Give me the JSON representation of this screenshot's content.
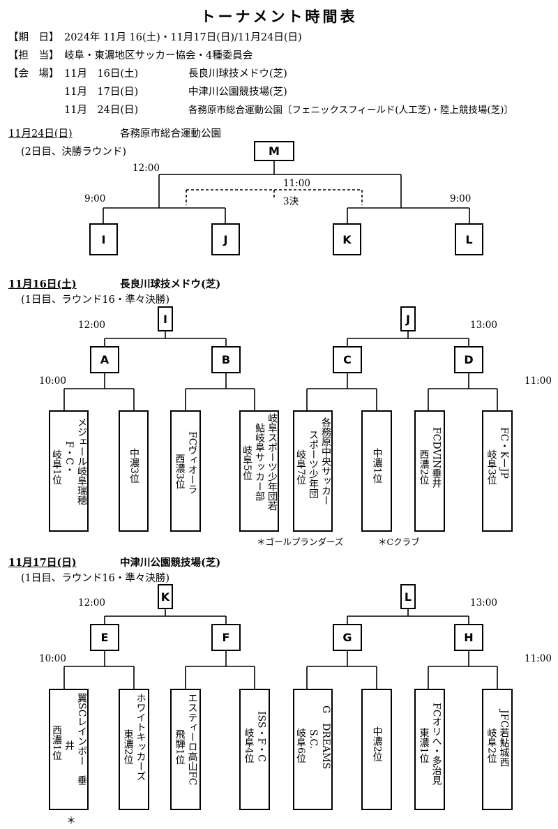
{
  "title": "トーナメント時間表",
  "info": {
    "date_label": "【期　日】",
    "date_value": "2024年 11月 16(土)・11月17日(日)/11月24日(日)",
    "org_label": "【担　当】",
    "org_value": "岐阜・東濃地区サッカー協会・4種委員会",
    "venue_label": "【会　場】",
    "venues": [
      {
        "date": "11月　16日(土)",
        "name": "長良川球技メドウ(芝)"
      },
      {
        "date": "11月　17日(日)",
        "name": "中津川公園競技場(芝)"
      },
      {
        "date": "11月　24日(日)",
        "name": "各務原市総合運動公園〔フェニックスフィールド(人工芝)・陸上競技場(芝)〕"
      }
    ]
  },
  "final_round": {
    "date": "11月24日(日)",
    "venue": "各務原市総合運動公園",
    "subtitle": "(2日目、決勝ラウンド)",
    "final_box": "M",
    "semis": [
      "I",
      "J",
      "K",
      "L"
    ],
    "t_final": "12:00",
    "t_third": "11:00",
    "third_label": "3決",
    "t_semi_left": "9:00",
    "t_semi_right": "9:00"
  },
  "day1": {
    "date": "11月16日(土)",
    "venue": "長良川球技メドウ(芝)",
    "subtitle": "(1日目、ラウンド16・準々決勝)",
    "top_boxes": [
      "I",
      "J"
    ],
    "qf_boxes": [
      "A",
      "B",
      "C",
      "D"
    ],
    "t_left_qf": "12:00",
    "t_right_qf": "13:00",
    "t_left_r16": "10:00",
    "t_right_r16": "11:00",
    "teams": [
      {
        "cols": [
          "メジェール岐阜瑞穂",
          "F・C・",
          "岐阜1位"
        ]
      },
      {
        "cols": [
          "中濃3位"
        ]
      },
      {
        "cols": [
          "FCヴィオーラ",
          "西濃3位"
        ]
      },
      {
        "cols": [
          "岐阜スポーツ少年団若",
          "鮎岐阜サッカー部",
          "岐阜5位"
        ]
      },
      {
        "cols": [
          "各務原中央サッカー",
          "スポーツ少年団",
          "岐阜7位"
        ]
      },
      {
        "cols": [
          "中濃1位"
        ]
      },
      {
        "cols": [
          "FCDVIN垂井",
          "西濃2位"
        ]
      },
      {
        "cols": [
          "FC・KーJP",
          "岐阜3位"
        ]
      }
    ],
    "notes": [
      "＊ゴールプランダーズ",
      "＊Cクラブ"
    ]
  },
  "day2": {
    "date": "11月17日(日)",
    "venue": "中津川公園競技場(芝)",
    "subtitle": "(1日目、ラウンド16・準々決勝)",
    "top_boxes": [
      "K",
      "L"
    ],
    "qf_boxes": [
      "E",
      "F",
      "G",
      "H"
    ],
    "t_left_qf": "12:00",
    "t_right_qf": "13:00",
    "t_left_r16": "10:00",
    "t_right_r16": "11:00",
    "teams": [
      {
        "cols": [
          "翼SCレインボー　垂",
          "井",
          "西濃1位"
        ]
      },
      {
        "cols": [
          "ホワイトキッカーズ",
          "東濃2位"
        ]
      },
      {
        "cols": [
          "エスティーロ高山FC",
          "飛騨1位"
        ]
      },
      {
        "cols": [
          "ISS・F・C",
          "岐阜4位"
        ]
      },
      {
        "cols": [
          "G　DREAMS",
          "S.C.",
          "岐阜6位"
        ]
      },
      {
        "cols": [
          "中濃2位"
        ]
      },
      {
        "cols": [
          "FCオリへ・多治見",
          "東濃1位"
        ]
      },
      {
        "cols": [
          "JFC若鮎城西",
          "岐阜2位"
        ]
      }
    ],
    "notes": [
      "＊"
    ]
  }
}
